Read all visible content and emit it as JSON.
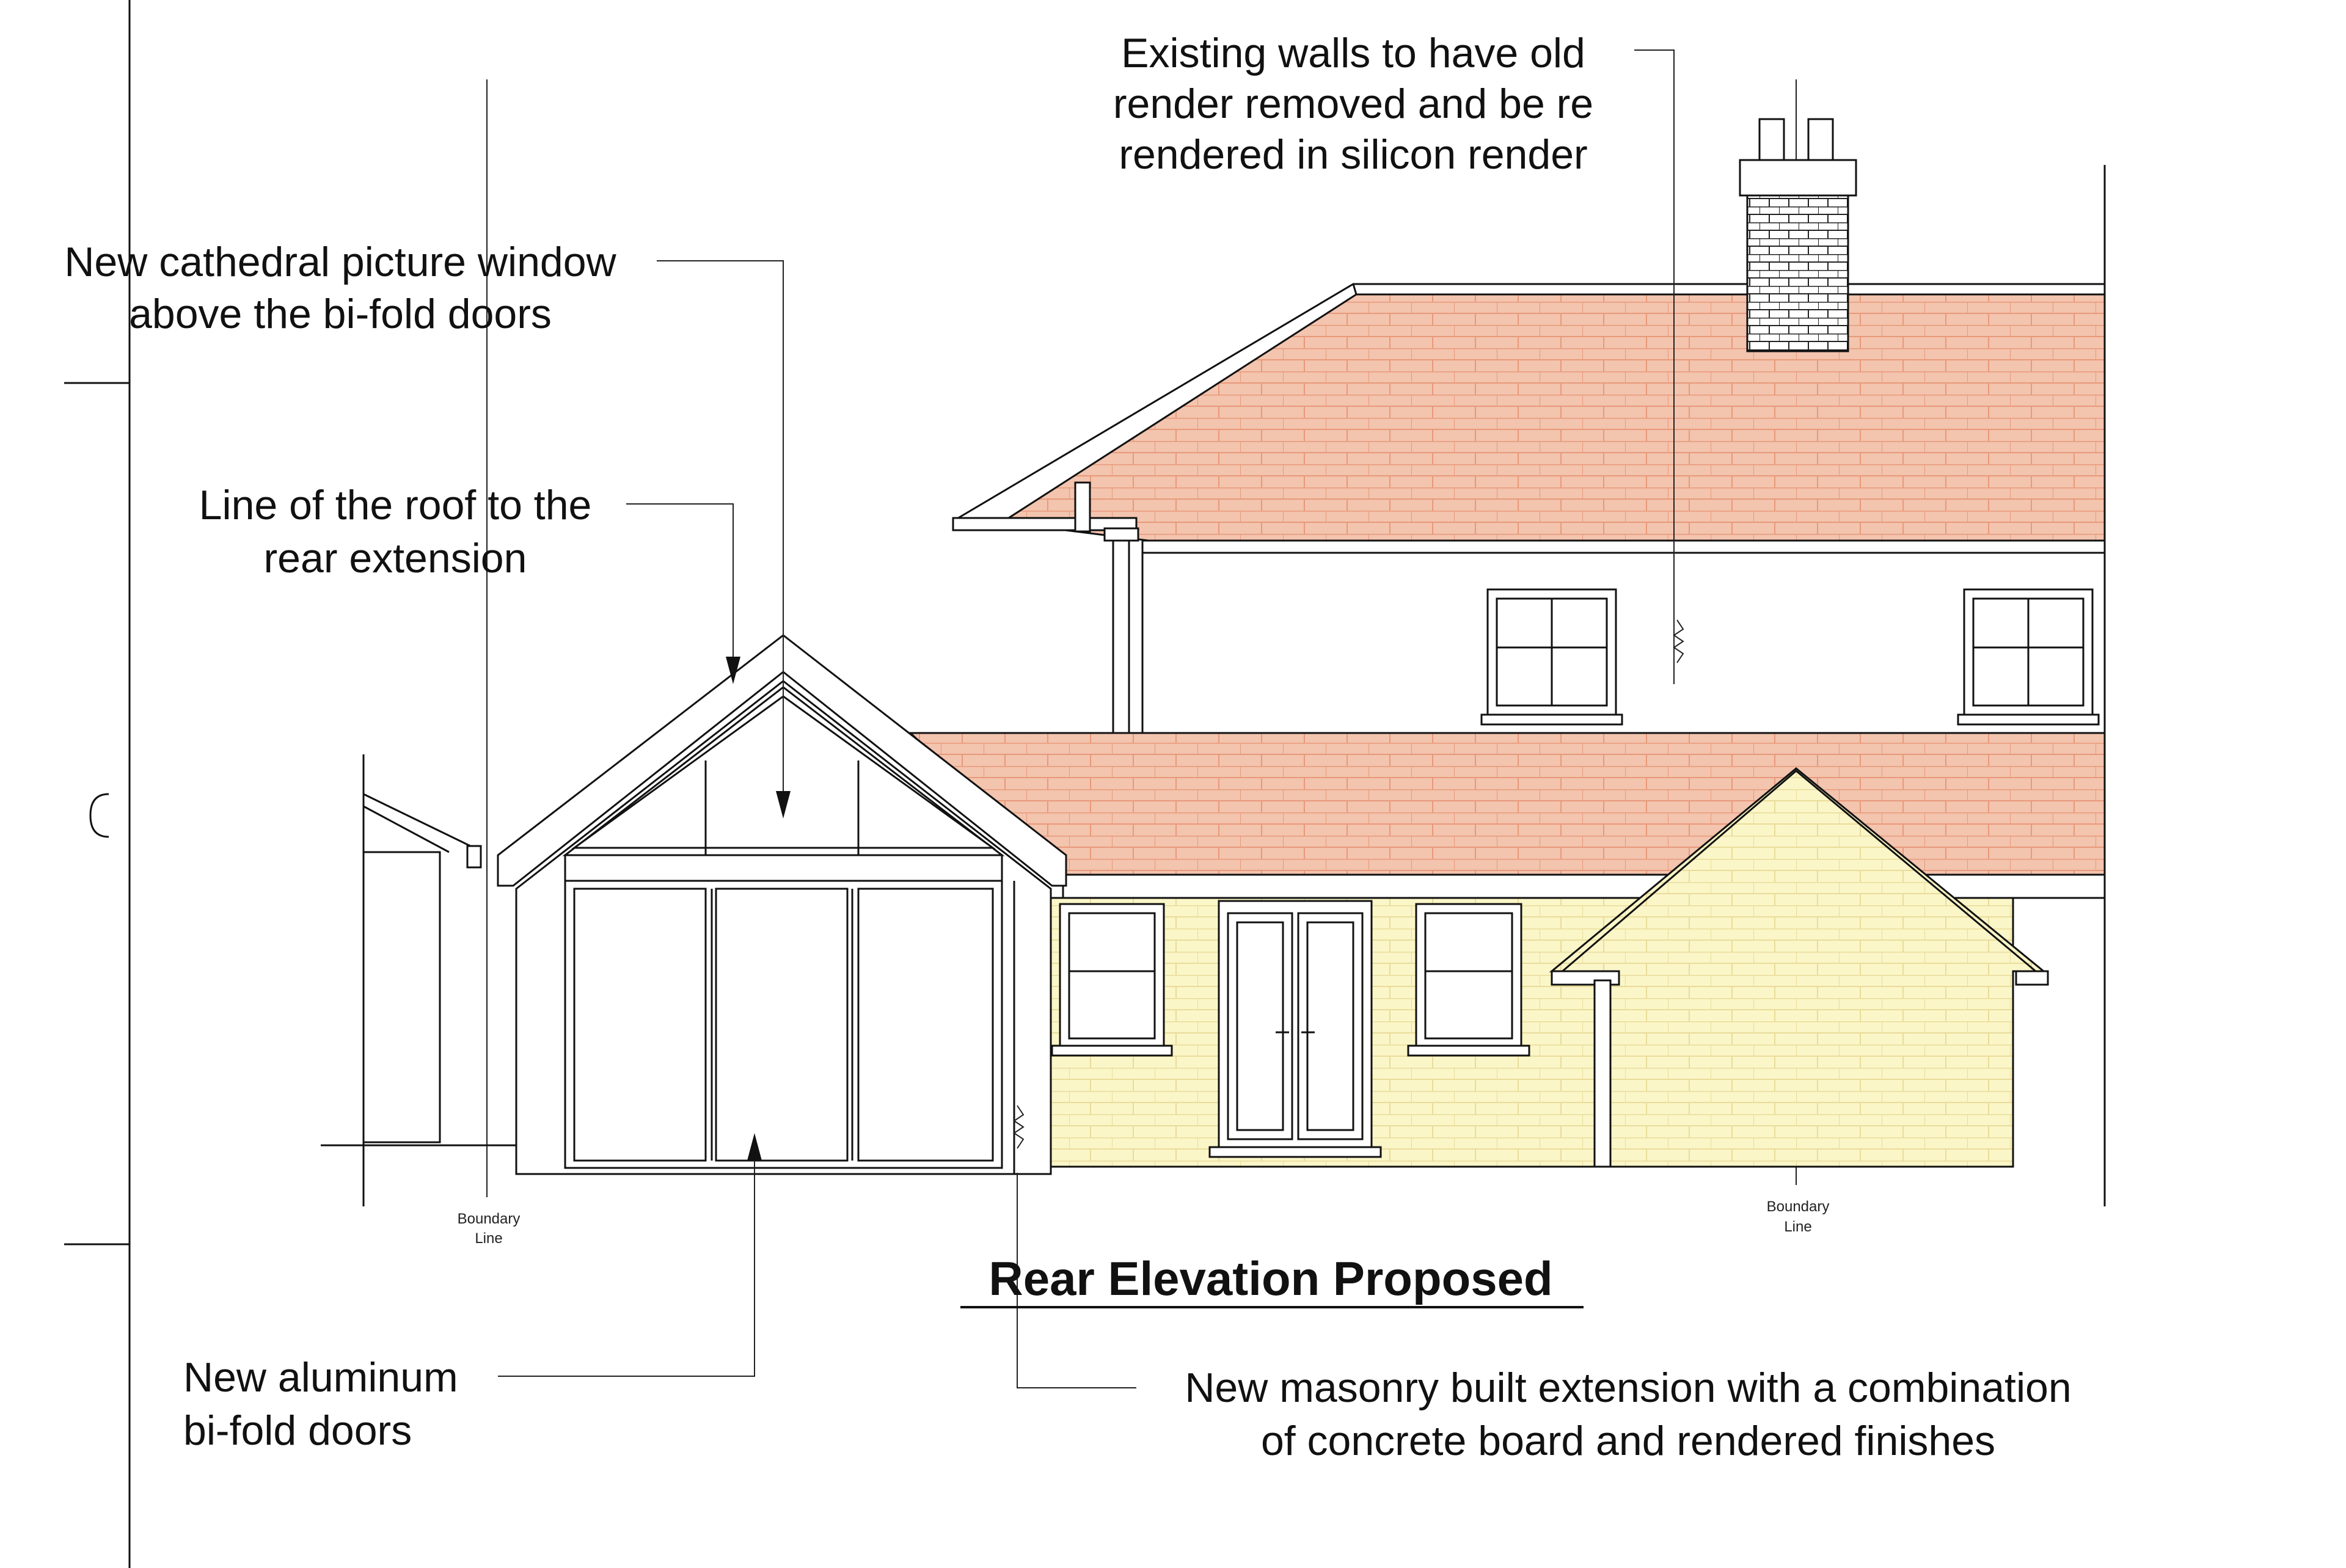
{
  "drawing": {
    "title": "Rear Elevation Proposed",
    "colors": {
      "roof_tile": "#f3c4ae",
      "roof_joint": "#e8997a",
      "brick_render": "#fbf6c8",
      "brick_joint": "#e9dc9a",
      "line": "#111111"
    },
    "annotations": {
      "existing_walls": [
        "Existing walls to have old",
        "render removed and be re",
        "rendered in silicon render"
      ],
      "cathedral_window": [
        "New cathedral picture window",
        "above the bi-fold doors"
      ],
      "roof_line": [
        "Line of the roof to the",
        "rear extension"
      ],
      "bifold_doors": [
        "New aluminum",
        "bi-fold doors"
      ],
      "masonry_extension": [
        "New masonry built extension with a combination",
        "of concrete board and rendered finishes"
      ]
    },
    "boundary_left": [
      "Boundary",
      "Line"
    ],
    "boundary_right": [
      "Boundary",
      "Line"
    ]
  }
}
